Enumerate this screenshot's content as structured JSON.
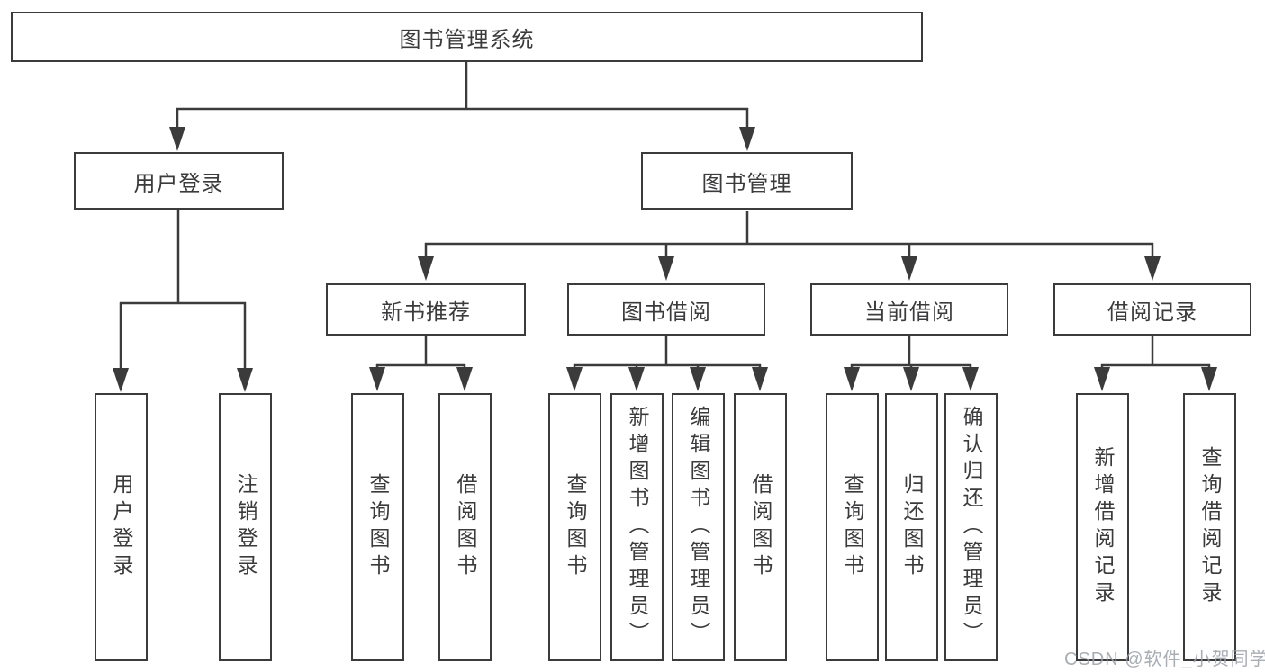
{
  "diagram": {
    "root": {
      "label": "图书管理系统"
    },
    "branches": [
      {
        "label": "用户登录",
        "children": [
          {
            "label": "用户登录"
          },
          {
            "label": "注销登录"
          }
        ]
      },
      {
        "label": "图书管理",
        "children": [
          {
            "label": "新书推荐",
            "children": [
              {
                "label": "查询图书"
              },
              {
                "label": "借阅图书"
              }
            ]
          },
          {
            "label": "图书借阅",
            "children": [
              {
                "label": "查询图书"
              },
              {
                "label": "新增图书（管理员）"
              },
              {
                "label": "编辑图书（管理员）"
              },
              {
                "label": "借阅图书"
              }
            ]
          },
          {
            "label": "当前借阅",
            "children": [
              {
                "label": "查询图书"
              },
              {
                "label": "归还图书"
              },
              {
                "label": "确认归还（管理员）"
              }
            ]
          },
          {
            "label": "借阅记录",
            "children": [
              {
                "label": "新增借阅记录"
              },
              {
                "label": "查询借阅记录"
              }
            ]
          }
        ]
      }
    ]
  },
  "watermark": {
    "text": "CSDN @软件_小贺同学"
  },
  "colors": {
    "line": "#3b3b3b",
    "text": "#3b3b3d",
    "box_background": "#ffffff",
    "watermark": "#9aa0a8"
  }
}
